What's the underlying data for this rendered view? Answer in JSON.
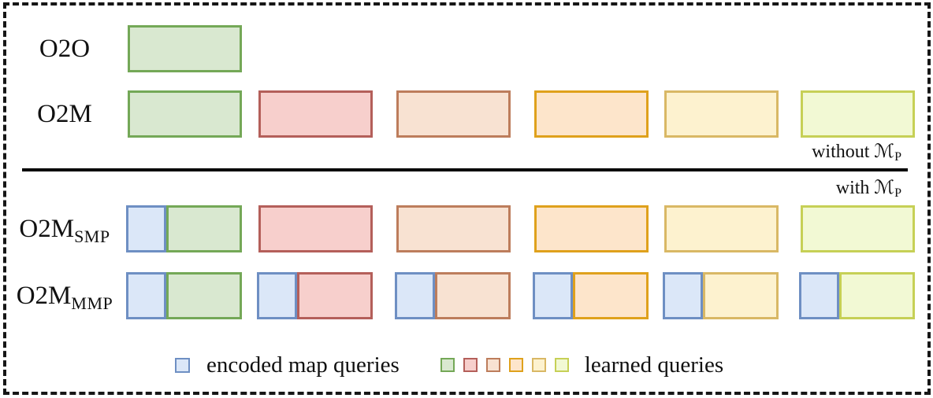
{
  "figure": {
    "rows": [
      {
        "id": "o2o",
        "label": "O2O",
        "sub": "",
        "boxes": [
          {
            "color": "green",
            "map": false
          }
        ]
      },
      {
        "id": "o2m",
        "label": "O2M",
        "sub": "",
        "boxes": [
          {
            "color": "green",
            "map": false
          },
          {
            "color": "red",
            "map": false
          },
          {
            "color": "salmon",
            "map": false
          },
          {
            "color": "orange",
            "map": false
          },
          {
            "color": "tan",
            "map": false
          },
          {
            "color": "lime",
            "map": false
          }
        ]
      },
      {
        "id": "smp",
        "label": "O2M",
        "sub": "SMP",
        "boxes": [
          {
            "color": "green",
            "map": true
          },
          {
            "color": "red",
            "map": false
          },
          {
            "color": "salmon",
            "map": false
          },
          {
            "color": "orange",
            "map": false
          },
          {
            "color": "tan",
            "map": false
          },
          {
            "color": "lime",
            "map": false
          }
        ]
      },
      {
        "id": "mmp",
        "label": "O2M",
        "sub": "MMP",
        "boxes": [
          {
            "color": "green",
            "map": true
          },
          {
            "color": "red",
            "map": true
          },
          {
            "color": "salmon",
            "map": true
          },
          {
            "color": "orange",
            "map": true
          },
          {
            "color": "tan",
            "map": true
          },
          {
            "color": "lime",
            "map": true
          }
        ]
      }
    ],
    "annotations": {
      "without_label": "without",
      "with_label": "with",
      "memory_symbol": "ℳ",
      "memory_subscript": "P"
    },
    "legend": {
      "map_label": "encoded map queries",
      "learned_label": "learned queries",
      "map_swatch_color": "blue",
      "learned_swatch_colors": [
        "green",
        "red",
        "salmon",
        "orange",
        "tan",
        "lime"
      ]
    }
  },
  "palette": {
    "blue": {
      "fill": "#dbe7f8",
      "border": "#6e8fc3"
    },
    "green": {
      "fill": "#d9e8d0",
      "border": "#74a857"
    },
    "red": {
      "fill": "#f7cfcc",
      "border": "#b45f5a"
    },
    "salmon": {
      "fill": "#f8e2d2",
      "border": "#bd7d5c"
    },
    "orange": {
      "fill": "#fde5cb",
      "border": "#dfa11c"
    },
    "tan": {
      "fill": "#fdf2cf",
      "border": "#d9b865"
    },
    "lime": {
      "fill": "#f2f9d4",
      "border": "#c6d056"
    }
  }
}
